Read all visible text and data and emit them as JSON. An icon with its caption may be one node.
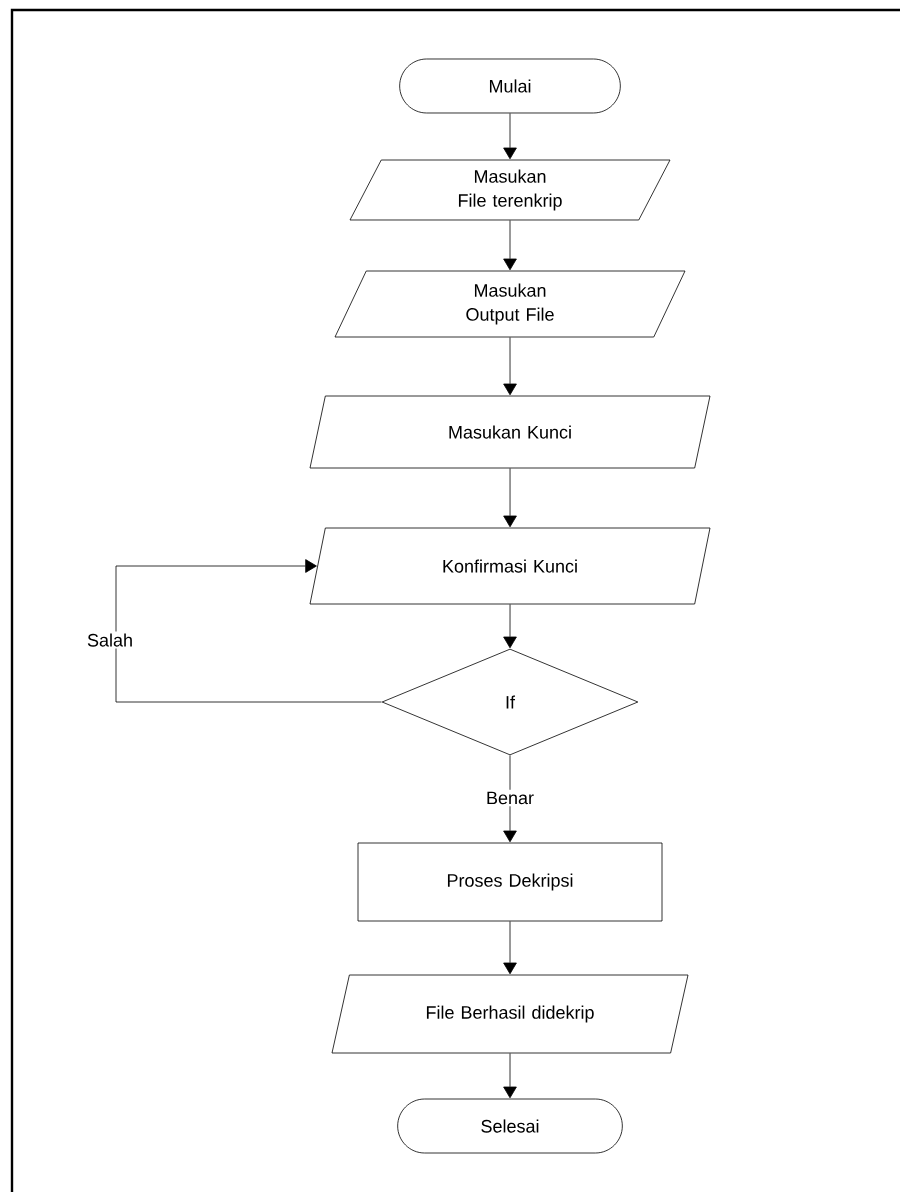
{
  "diagram": {
    "nodes": [
      {
        "text": [
          "Mulai"
        ]
      },
      {
        "text": [
          "Masukan File terenkrip"
        ]
      },
      {
        "text": [
          "Masukan Output File"
        ]
      },
      {
        "text": [
          "Masukan Kunci"
        ]
      },
      {
        "text": [
          "Konfirmasi Kunci"
        ]
      },
      {
        "text": [
          "If"
        ]
      },
      {
        "text": [
          "Proses Dekripsi"
        ]
      },
      {
        "text": [
          "File Berhasil didekrip"
        ]
      },
      {
        "text": [
          "Selesai"
        ]
      }
    ],
    "edges": [
      {
        "from": 0,
        "to": 1,
        "arrow": "to"
      },
      {
        "from": 1,
        "to": 2,
        "arrow": "to"
      },
      {
        "from": 2,
        "to": 3,
        "arrow": "to"
      },
      {
        "from": 3,
        "to": 4,
        "arrow": "to"
      },
      {
        "from": 4,
        "to": 5,
        "arrow": "to"
      },
      {
        "from": 5,
        "to": 4,
        "arrow": "to",
        "label": "Salah"
      },
      {
        "from": 5,
        "to": 6,
        "arrow": "to",
        "label": "Benar"
      },
      {
        "from": 6,
        "to": 7,
        "arrow": "to"
      },
      {
        "from": 7,
        "to": 8,
        "arrow": "to"
      }
    ]
  }
}
